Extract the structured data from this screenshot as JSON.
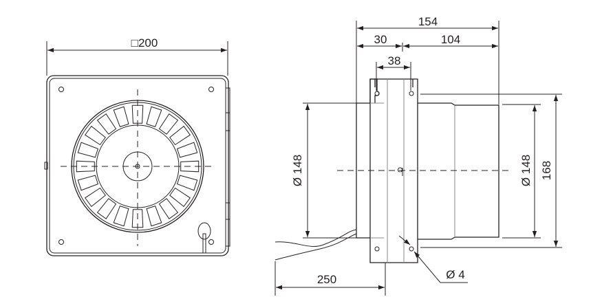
{
  "front_view": {
    "width_label": "□200",
    "blade_count": 20
  },
  "side_view": {
    "overall_length_label": "154",
    "front_length_label": "30",
    "rear_length_label": "104",
    "flange_width_label": "38",
    "inlet_diameter_label": "Ø 148",
    "outlet_diameter_label": "Ø 148",
    "flange_height_label": "168",
    "hole_diameter_label": "Ø 4",
    "cable_length_label": "250"
  },
  "colors": {
    "line": "#231f20",
    "hidden": "#888888"
  }
}
